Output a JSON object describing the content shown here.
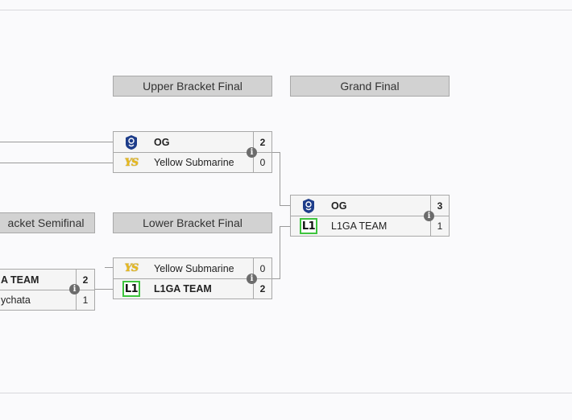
{
  "rounds": {
    "lower_semifinal": "acket Semifinal",
    "upper_final": "Upper Bracket Final",
    "lower_final": "Lower Bracket Final",
    "grand_final": "Grand Final"
  },
  "matches": {
    "upper_final": {
      "team1": {
        "name": "OG",
        "score": "2",
        "logo": "og-logo"
      },
      "team2": {
        "name": "Yellow Submarine",
        "score": "0",
        "logo": "yellow-submarine-logo"
      }
    },
    "lower_final": {
      "team1": {
        "name": "Yellow Submarine",
        "score": "0",
        "logo": "yellow-submarine-logo"
      },
      "team2": {
        "name": "L1GA TEAM",
        "score": "2",
        "logo": "l1ga-logo"
      }
    },
    "grand_final": {
      "team1": {
        "name": "OG",
        "score": "3",
        "logo": "og-logo"
      },
      "team2": {
        "name": "L1GA TEAM",
        "score": "1",
        "logo": "l1ga-logo"
      }
    },
    "lower_semifinal": {
      "team1": {
        "name": "A TEAM",
        "score": "2"
      },
      "team2": {
        "name": "ychata",
        "score": "1"
      }
    }
  },
  "logos": {
    "ys_text": "YS",
    "l1_text": "L1"
  },
  "info_glyph": "i",
  "colors": {
    "winner_text": "#222222",
    "l1ga_green": "#3ec43e",
    "ys_yellow": "#e7b91d",
    "og_blue": "#1e3d8a"
  }
}
